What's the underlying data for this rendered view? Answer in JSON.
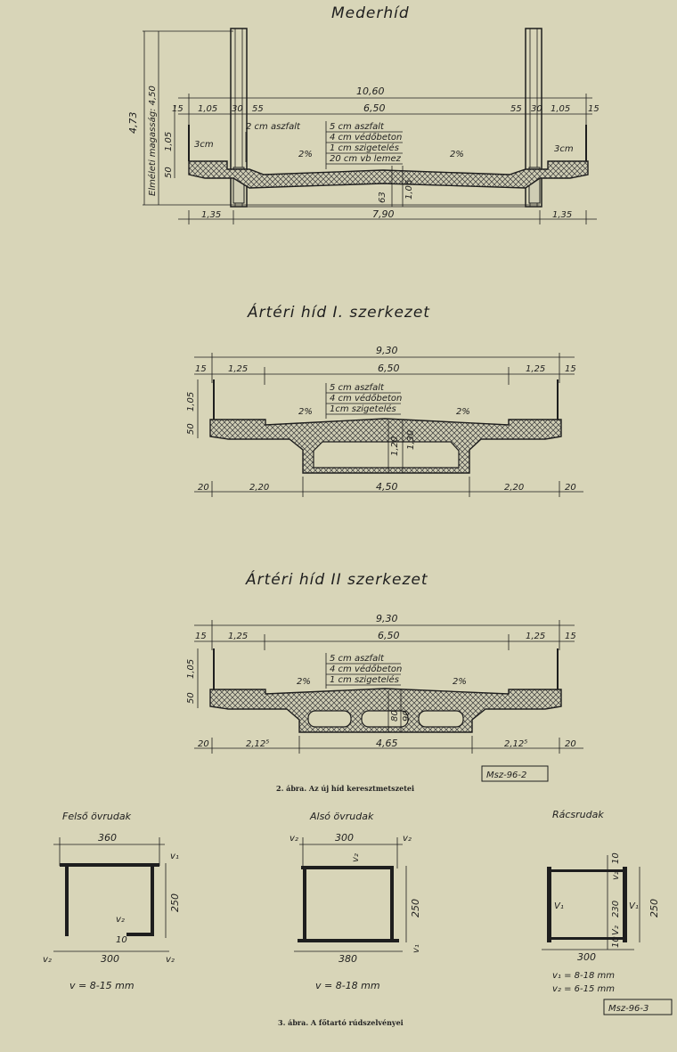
{
  "sec1": {
    "title": "Mederhíd",
    "h_total": "4,73",
    "h_theory": "Elméleti magasság: 4,50",
    "w_total": "10,60",
    "w_left1": "15",
    "w_left2": "1,05",
    "w_left3": "30",
    "w_left4": "55",
    "w_mid": "6,50",
    "w_right4": "55",
    "w_right3": "30",
    "w_right2": "1,05",
    "w_right1": "15",
    "h_105": "1,05",
    "h_50": "50",
    "cm3_left": "3cm",
    "cm3_right": "3cm",
    "asphalt_side": "2 cm aszfalt",
    "layer1": "5 cm aszfalt",
    "layer2": "4 cm védőbeton",
    "layer3": "1 cm szigetelés",
    "layer4": "20 cm vb lemez",
    "slope_l": "2%",
    "slope_r": "2%",
    "h_63": "63",
    "h_106": "1,06",
    "b_left": "1,35",
    "b_mid": "7,90",
    "b_right": "1,35"
  },
  "sec2": {
    "title": "Ártéri híd   I. szerkezet",
    "w_total": "9,30",
    "w_l15": "15",
    "w_l125": "1,25",
    "w_mid": "6,50",
    "w_r125": "1,25",
    "w_r15": "15",
    "h_105": "1,05",
    "h_50": "50",
    "layer1": "5 cm aszfalt",
    "layer2": "4 cm védőbeton",
    "layer3": "1cm szigetelés",
    "slope_l": "2%",
    "slope_r": "2%",
    "h_120": "1,20",
    "h_130": "1,30",
    "b_20l": "20",
    "b_220l": "2,20",
    "b_450": "4,50",
    "b_220r": "2,20",
    "b_20r": "20"
  },
  "sec3": {
    "title": "Ártéri híd   II szerkezet",
    "w_total": "9,30",
    "w_l15": "15",
    "w_l125": "1,25",
    "w_mid": "6,50",
    "w_r125": "1,25",
    "w_r15": "15",
    "h_105": "1,05",
    "h_50": "50",
    "layer1": "5 cm aszfalt",
    "layer2": "4 cm védőbeton",
    "layer3": "1 cm szigetelés",
    "slope_l": "2%",
    "slope_r": "2%",
    "h_80": "80",
    "h_90": "90",
    "b_20l": "20",
    "b_212l": "2,12⁵",
    "b_465": "4,65",
    "b_212r": "2,12⁵",
    "b_20r": "20",
    "stamp": "Msz-96-2"
  },
  "caption2": "2. ábra. Az új híd keresztmetszetei",
  "fig3": {
    "upper": {
      "title": "Felső övrudak",
      "w_top": "360",
      "h": "250",
      "w_bot": "300",
      "v1": "v₁",
      "v2a": "v₂",
      "v2b": "v₂",
      "v2c": "v₂",
      "d10": "10",
      "thick": "v = 8-15 mm"
    },
    "lower": {
      "title": "Alsó övrudak",
      "v2l": "v₂",
      "w_top": "300",
      "v2r": "v₂",
      "v2m": "v₂",
      "h": "250",
      "w_bot": "380",
      "v1": "v₁",
      "thick": "v = 8-18 mm"
    },
    "lattice": {
      "title": "Rácsrudak",
      "d10t": "10",
      "v2t": "v₂",
      "v1l": "V₁",
      "d230": "230",
      "v1r": "V₁",
      "d10b": "10",
      "v2b": "V₂",
      "h": "250",
      "w": "300",
      "thick1": "v₁ = 8-18 mm",
      "thick2": "v₂ = 6-15 mm"
    },
    "stamp": "Msz-96-3"
  },
  "caption3": "3. ábra. A főtartó rúdszelvényei"
}
